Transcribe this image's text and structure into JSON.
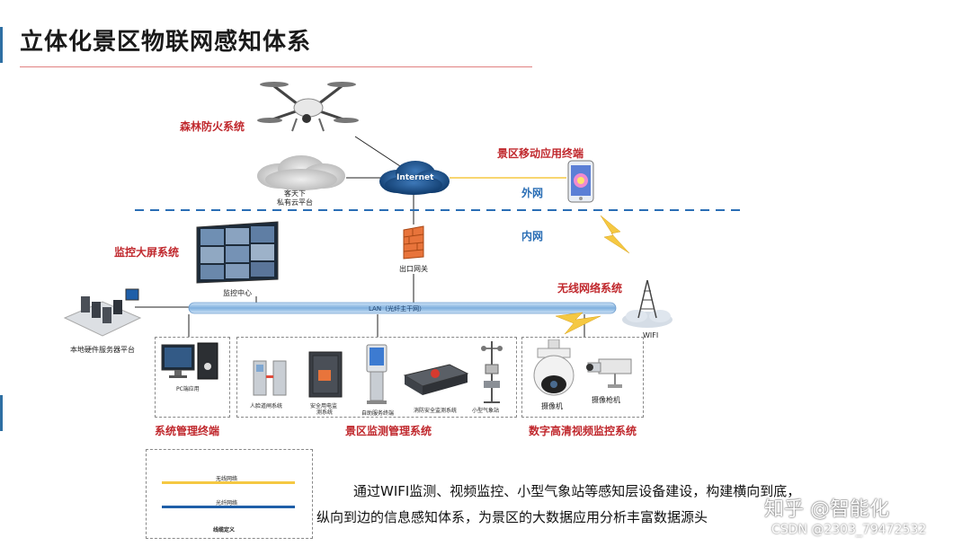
{
  "title": "立体化景区物联网感知体系",
  "labels": {
    "forest_fire": "森林防火系统",
    "mobile_terminal": "景区移动应用终端",
    "outer_net": "外网",
    "inner_net": "内网",
    "cloud_line1": "客天下",
    "cloud_line2": "私有云平台",
    "internet": "Internet",
    "monitor_wall": "监控大屏系统",
    "monitor_center": "监控中心",
    "gateway": "出口网关",
    "wireless_sys": "无线网络系统",
    "wifi": "WIFI",
    "lan": "LAN（光纤主干网）",
    "local_server": "本地硬件服务器平台",
    "pc_app": "PC端应用",
    "gate_sys": "人脸道闸系统",
    "power_sys_1": "安全用电监",
    "power_sys_2": "测系统",
    "kiosk": "自助服务终端",
    "fire_monitor": "消防安全监测系统",
    "weather": "小型气象站",
    "dome_cam": "摄像机",
    "box_cam": "摄像枪机",
    "sys_terminal": "系统管理终端",
    "scenic_monitor": "景区监测管理系统",
    "video_sys": "数字高清视频监控系统"
  },
  "legend": {
    "wireless": "无线网络",
    "fiber": "光纤网络",
    "title": "线缆定义",
    "wireless_color": "#f5c842",
    "fiber_color": "#1f5fa8"
  },
  "body": {
    "line1": "通过WIFI监测、视频监控、小型气象站等感知层设备建设，构建横向到底，",
    "line2": "纵向到边的信息感知体系，为景区的大数据应用分析丰富数据源头"
  },
  "watermark": {
    "brand": "知乎 @智能化",
    "csdn": "CSDN @2303_79472532"
  },
  "colors": {
    "accent_red": "#c0282d",
    "accent_blue": "#2a6eb5",
    "title_rule": "#e08080"
  }
}
